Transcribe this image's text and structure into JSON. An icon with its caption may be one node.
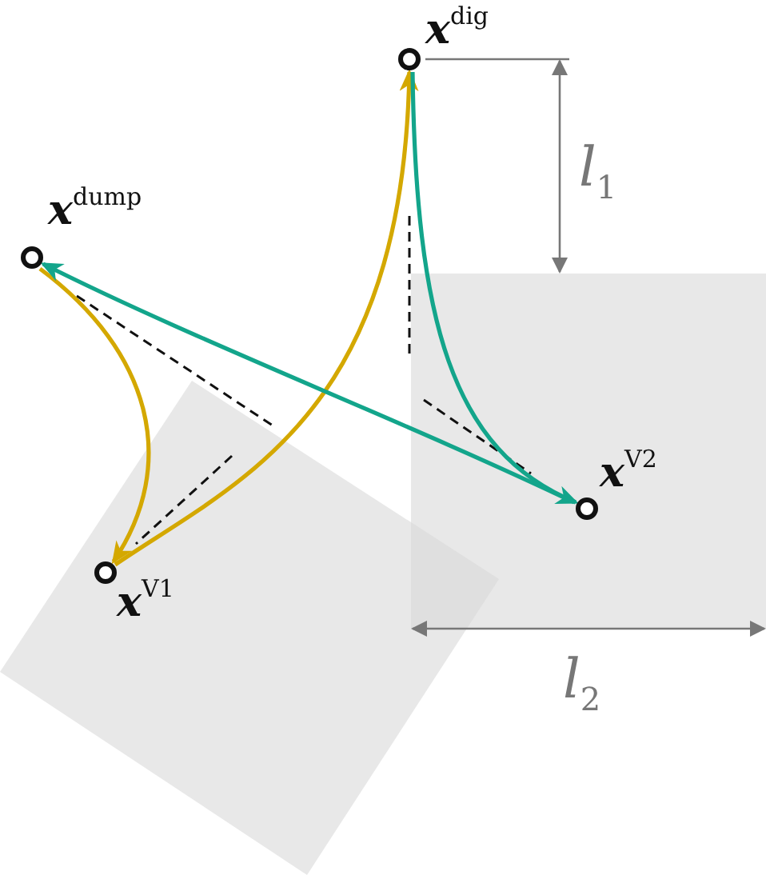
{
  "diagram": {
    "nodes": [
      {
        "text": [
          "**x**$^{dig}$"
        ]
      },
      {
        "text": [
          "**x**$^{dump}$"
        ]
      },
      {
        "text": [
          "**x**$^{V2}$"
        ]
      },
      {
        "text": [
          "**x**$^{V1}$"
        ]
      }
    ],
    "edges": [
      {
        "from": 1,
        "to": 3,
        "arrow": "to",
        "color": "#d4a800"
      },
      {
        "from": 3,
        "to": 0,
        "arrow": "to",
        "color": "#d4a800"
      },
      {
        "from": 0,
        "to": 2,
        "arrow": "to",
        "color": "#13a58b"
      },
      {
        "from": 2,
        "to": 1,
        "arrow": "to",
        "color": "#13a58b"
      }
    ],
    "labels": [
      "*l*$_{1}$",
      "*l*$_{2}$"
    ]
  }
}
